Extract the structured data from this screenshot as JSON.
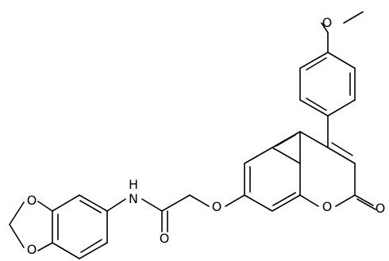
{
  "structure": {
    "atom_labels": {
      "o_methoxy": "O",
      "o_ether": "O",
      "o_ring_pyranone": "O",
      "o_carbonyl_lactone": "O",
      "o_carbonyl_amide": "O",
      "n_amide": "N",
      "h_amide": "H",
      "o_dioxole_top": "O",
      "o_dioxole_bottom": "O"
    }
  }
}
